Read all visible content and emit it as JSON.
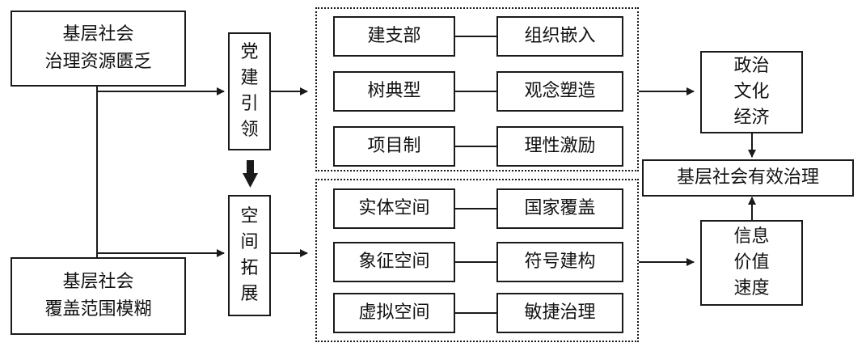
{
  "left_top": {
    "line1": "基层社会",
    "line2": "治理资源匮乏"
  },
  "left_bottom": {
    "line1": "基层社会",
    "line2": "覆盖范围模糊"
  },
  "party": {
    "chars": [
      "党",
      "建",
      "引",
      "领"
    ]
  },
  "space": {
    "chars": [
      "空",
      "间",
      "拓",
      "展"
    ]
  },
  "top_group": [
    {
      "left": "建支部",
      "right": "组织嵌入"
    },
    {
      "left": "树典型",
      "right": "观念塑造"
    },
    {
      "left": "项目制",
      "right": "理性激励"
    }
  ],
  "bottom_group": [
    {
      "left": "实体空间",
      "right": "国家覆盖"
    },
    {
      "left": "象征空间",
      "right": "符号建构"
    },
    {
      "left": "虚拟空间",
      "right": "敏捷治理"
    }
  ],
  "outcome_top": {
    "lines": [
      "政治",
      "文化",
      "经济"
    ]
  },
  "outcome_center": {
    "label": "基层社会有效治理"
  },
  "outcome_bottom": {
    "lines": [
      "信息",
      "价值",
      "速度"
    ]
  }
}
